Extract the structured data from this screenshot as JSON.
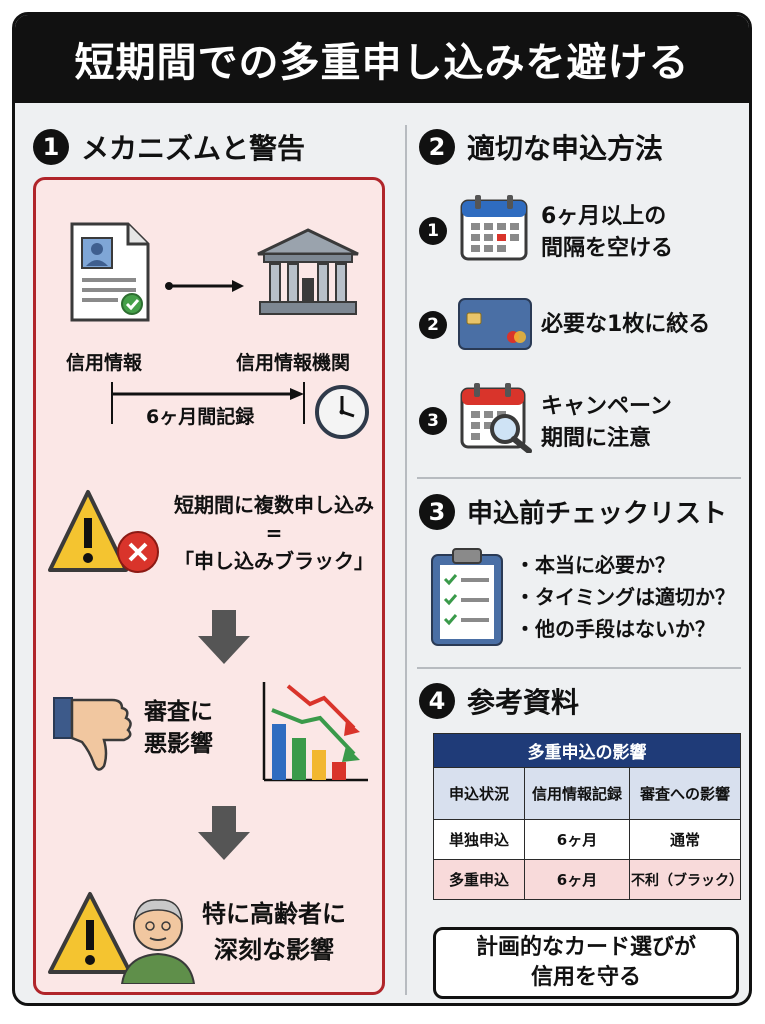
{
  "title": "短期間での多重申し込みを避ける",
  "section1": {
    "num": "1",
    "heading": "メカニズムと警告",
    "credit_info_label": "信用情報",
    "agency_label": "信用情報機関",
    "record_label": "6ヶ月間記録",
    "warning_line1": "短期間に複数申し込み",
    "warning_line2": "=",
    "warning_line3": "「申し込みブラック」",
    "effect_line1": "審査に",
    "effect_line2": "悪影響",
    "elderly_line1": "特に高齢者に",
    "elderly_line2": "深刻な影響"
  },
  "section2": {
    "num": "2",
    "heading": "適切な申込方法",
    "items": [
      {
        "num": "1",
        "line1": "6ヶ月以上の",
        "line2": "間隔を空ける"
      },
      {
        "num": "2",
        "line1": "必要な1枚に絞る",
        "line2": ""
      },
      {
        "num": "3",
        "line1": "キャンペーン",
        "line2": "期間に注意"
      }
    ]
  },
  "section3": {
    "num": "3",
    "heading": "申込前チェックリスト",
    "items": [
      "・本当に必要か？",
      "・タイミングは適切か？",
      "・他の手段はないか？"
    ]
  },
  "section4": {
    "num": "4",
    "heading": "参考資料",
    "table": {
      "caption": "多重申込の影響",
      "headers": [
        "申込状況",
        "信用情報記録",
        "審査への影響"
      ],
      "rows": [
        [
          "単独申込",
          "6ヶ月",
          "通常"
        ],
        [
          "多重申込",
          "6ヶ月",
          "不利（ブラック）"
        ]
      ]
    }
  },
  "slogan": {
    "line1": "計画的なカード選びが",
    "line2": "信用を守る"
  },
  "colors": {
    "accent_red": "#b0252a",
    "navy": "#1f3b78",
    "panel_bg": "#eef0f2"
  }
}
